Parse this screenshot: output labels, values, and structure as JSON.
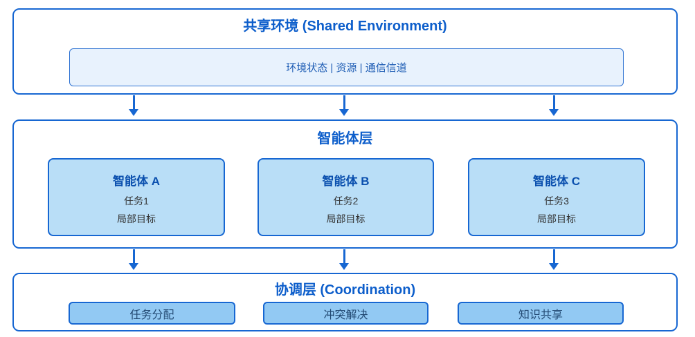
{
  "colors": {
    "accent_blue": "#1767d2",
    "layer_title_blue": "#0d5ecb",
    "agent_title_blue": "#0a4fae",
    "env_inner_fill": "#e8f2fd",
    "env_inner_text": "#1d5cb4",
    "agent_box_fill": "#b9def7",
    "coord_box_fill": "#92c9f3",
    "body_text": "#333333",
    "coord_text": "#234a73",
    "background": "#ffffff"
  },
  "layers": {
    "environment": {
      "title": "共享环境 (Shared Environment)",
      "inner_label": "环境状态 | 资源 | 通信信道"
    },
    "agents": {
      "title": "智能体层",
      "items": [
        {
          "name": "智能体 A",
          "task": "任务1",
          "goal": "局部目标"
        },
        {
          "name": "智能体 B",
          "task": "任务2",
          "goal": "局部目标"
        },
        {
          "name": "智能体 C",
          "task": "任务3",
          "goal": "局部目标"
        }
      ]
    },
    "coordination": {
      "title": "协调层 (Coordination)",
      "items": [
        {
          "label": "任务分配"
        },
        {
          "label": "冲突解决"
        },
        {
          "label": "知识共享"
        }
      ]
    }
  }
}
